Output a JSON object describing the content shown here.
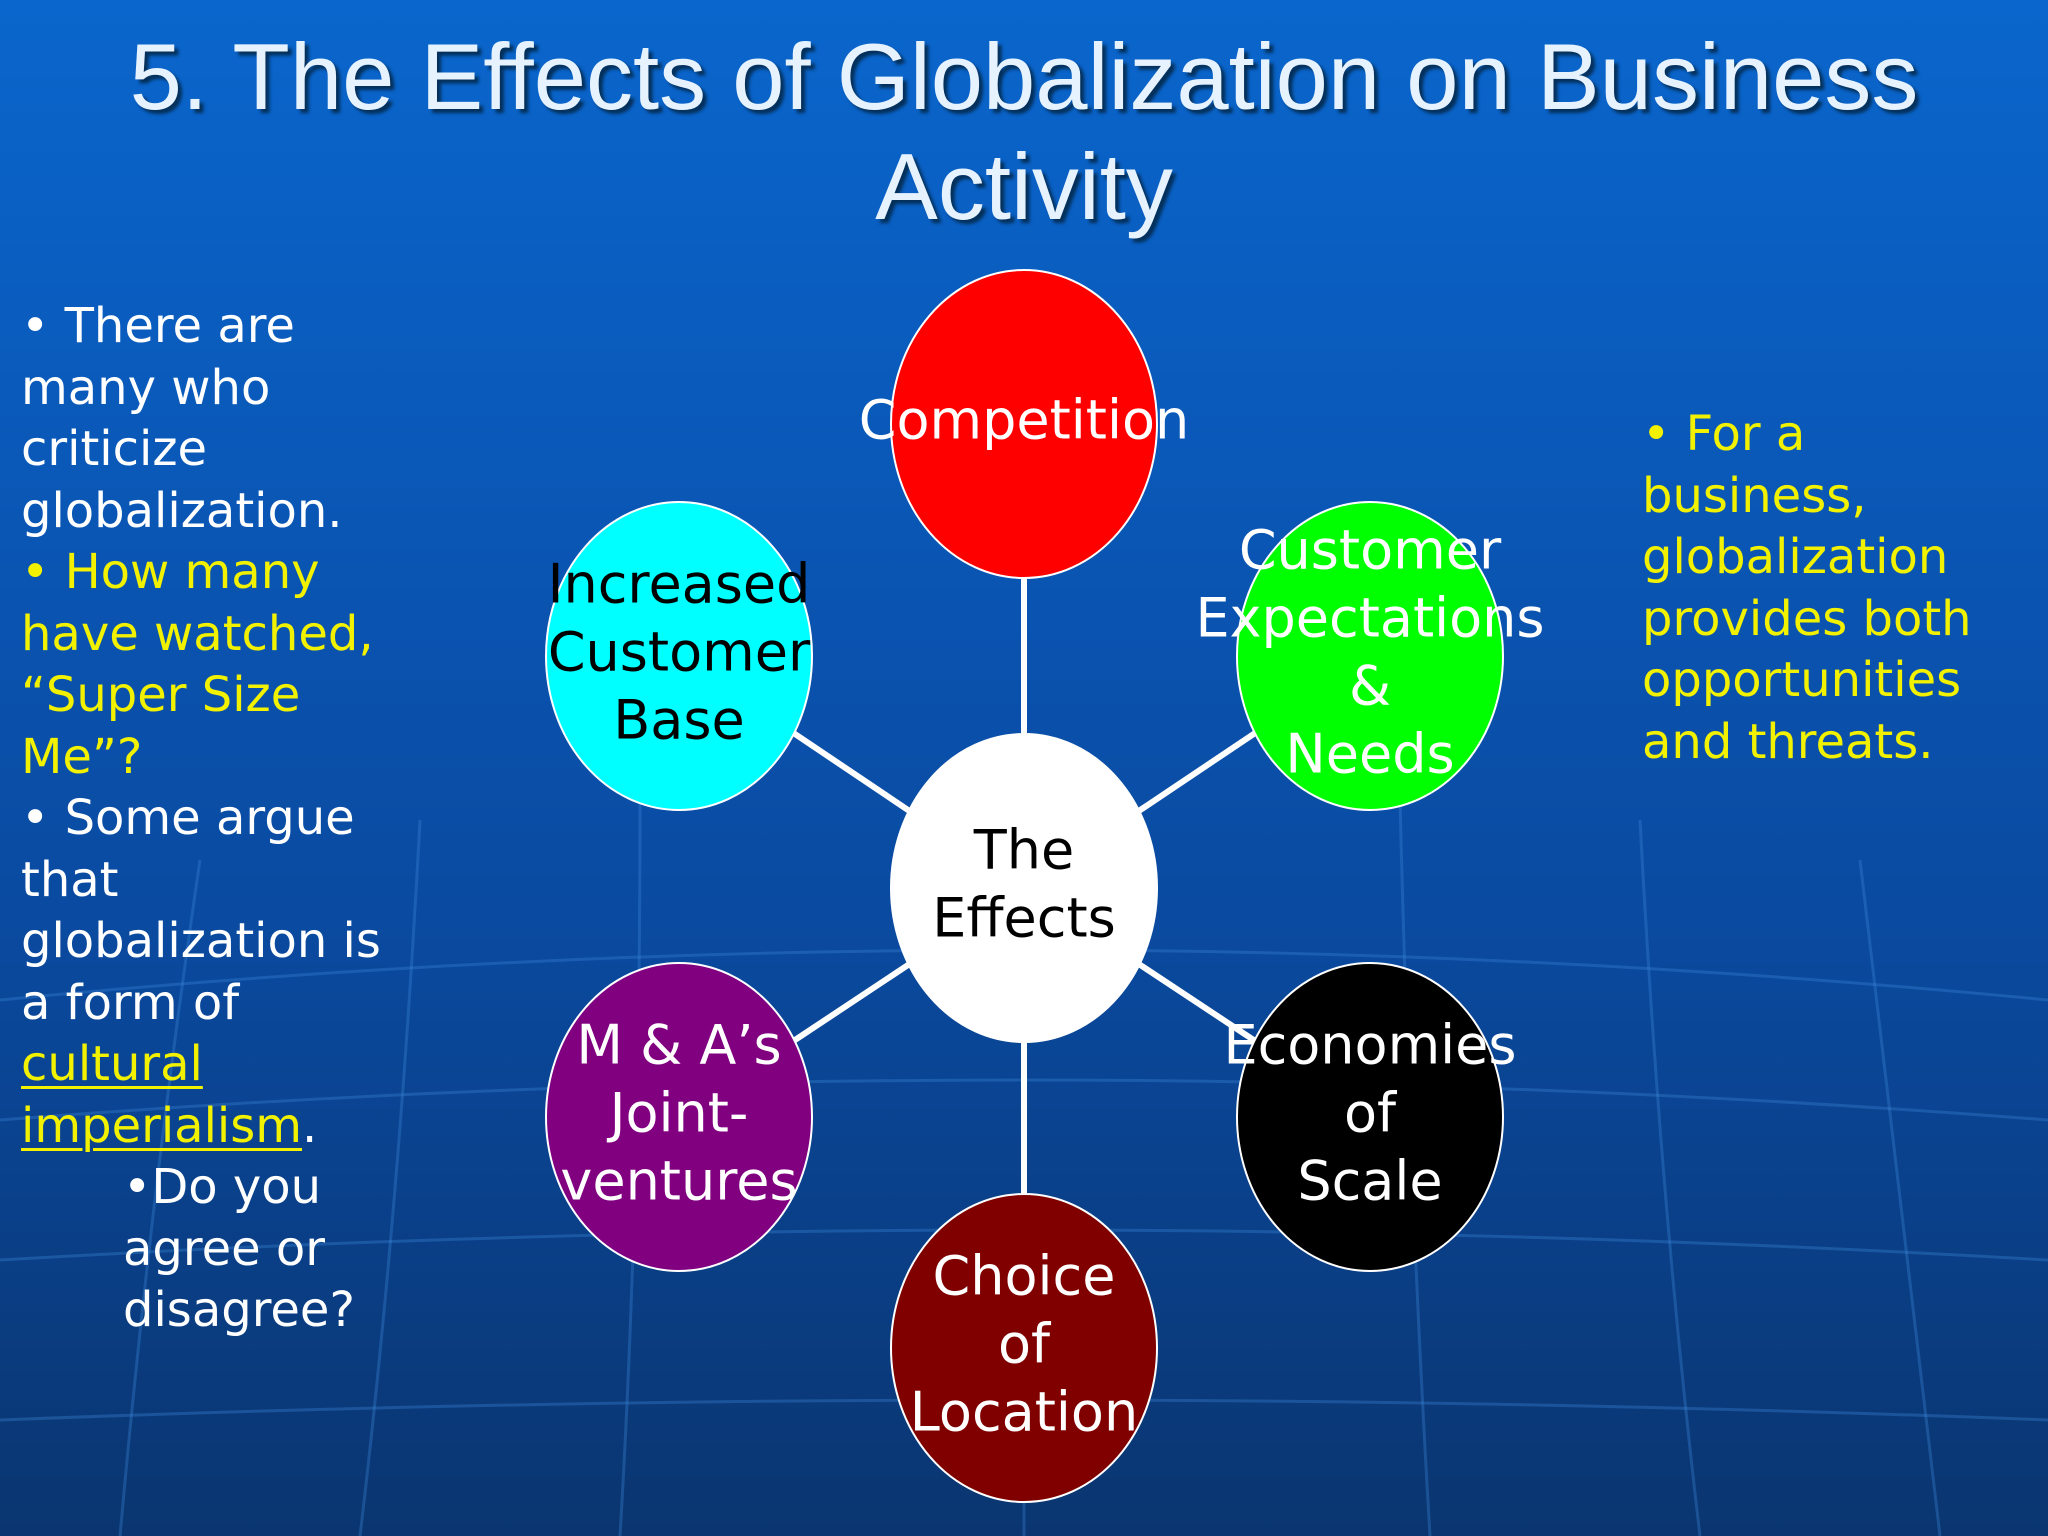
{
  "title": {
    "line1": "5. The Effects of Globalization on Business",
    "line2": "Activity"
  },
  "left_text": {
    "b1": [
      "• There are",
      "many who",
      "criticize",
      "globalization."
    ],
    "b2": [
      "• How many",
      "have watched,",
      "“Super Size",
      "Me”?"
    ],
    "b3": [
      "• Some argue",
      "that",
      "globalization is",
      "a form of"
    ],
    "link1": "cultural",
    "link2": "imperialism",
    "period": ".",
    "b4": [
      "•Do you",
      "agree or",
      "disagree?"
    ]
  },
  "right_text": [
    "• For a",
    "business,",
    "globalization",
    "provides both",
    "opportunities",
    "and threats."
  ],
  "diagram": {
    "center": {
      "lines": [
        "The",
        "Effects"
      ],
      "fill": "#ffffff",
      "text_color": "#000000"
    },
    "nodes": [
      {
        "key": "competition",
        "lines": [
          "Competition"
        ],
        "fill": "#ff0000",
        "text_color": "#ffffff"
      },
      {
        "key": "customer-expectations",
        "lines": [
          "Customer",
          "Expectations",
          "&",
          "Needs"
        ],
        "fill": "#00ff00",
        "text_color": "#ffffff"
      },
      {
        "key": "economies-of-scale",
        "lines": [
          "Economies",
          "of",
          "Scale"
        ],
        "fill": "#000000",
        "text_color": "#ffffff"
      },
      {
        "key": "choice-of-location",
        "lines": [
          "Choice",
          "of",
          "Location"
        ],
        "fill": "#800000",
        "text_color": "#ffffff"
      },
      {
        "key": "ma-joint-ventures",
        "lines": [
          "M & A’s",
          "Joint-",
          "ventures"
        ],
        "fill": "#800080",
        "text_color": "#ffffff"
      },
      {
        "key": "increased-customer-base",
        "lines": [
          "Increased",
          "Customer",
          "Base"
        ],
        "fill": "#00ffff",
        "text_color": "#000000"
      }
    ],
    "connector_color": "#ffffff"
  }
}
